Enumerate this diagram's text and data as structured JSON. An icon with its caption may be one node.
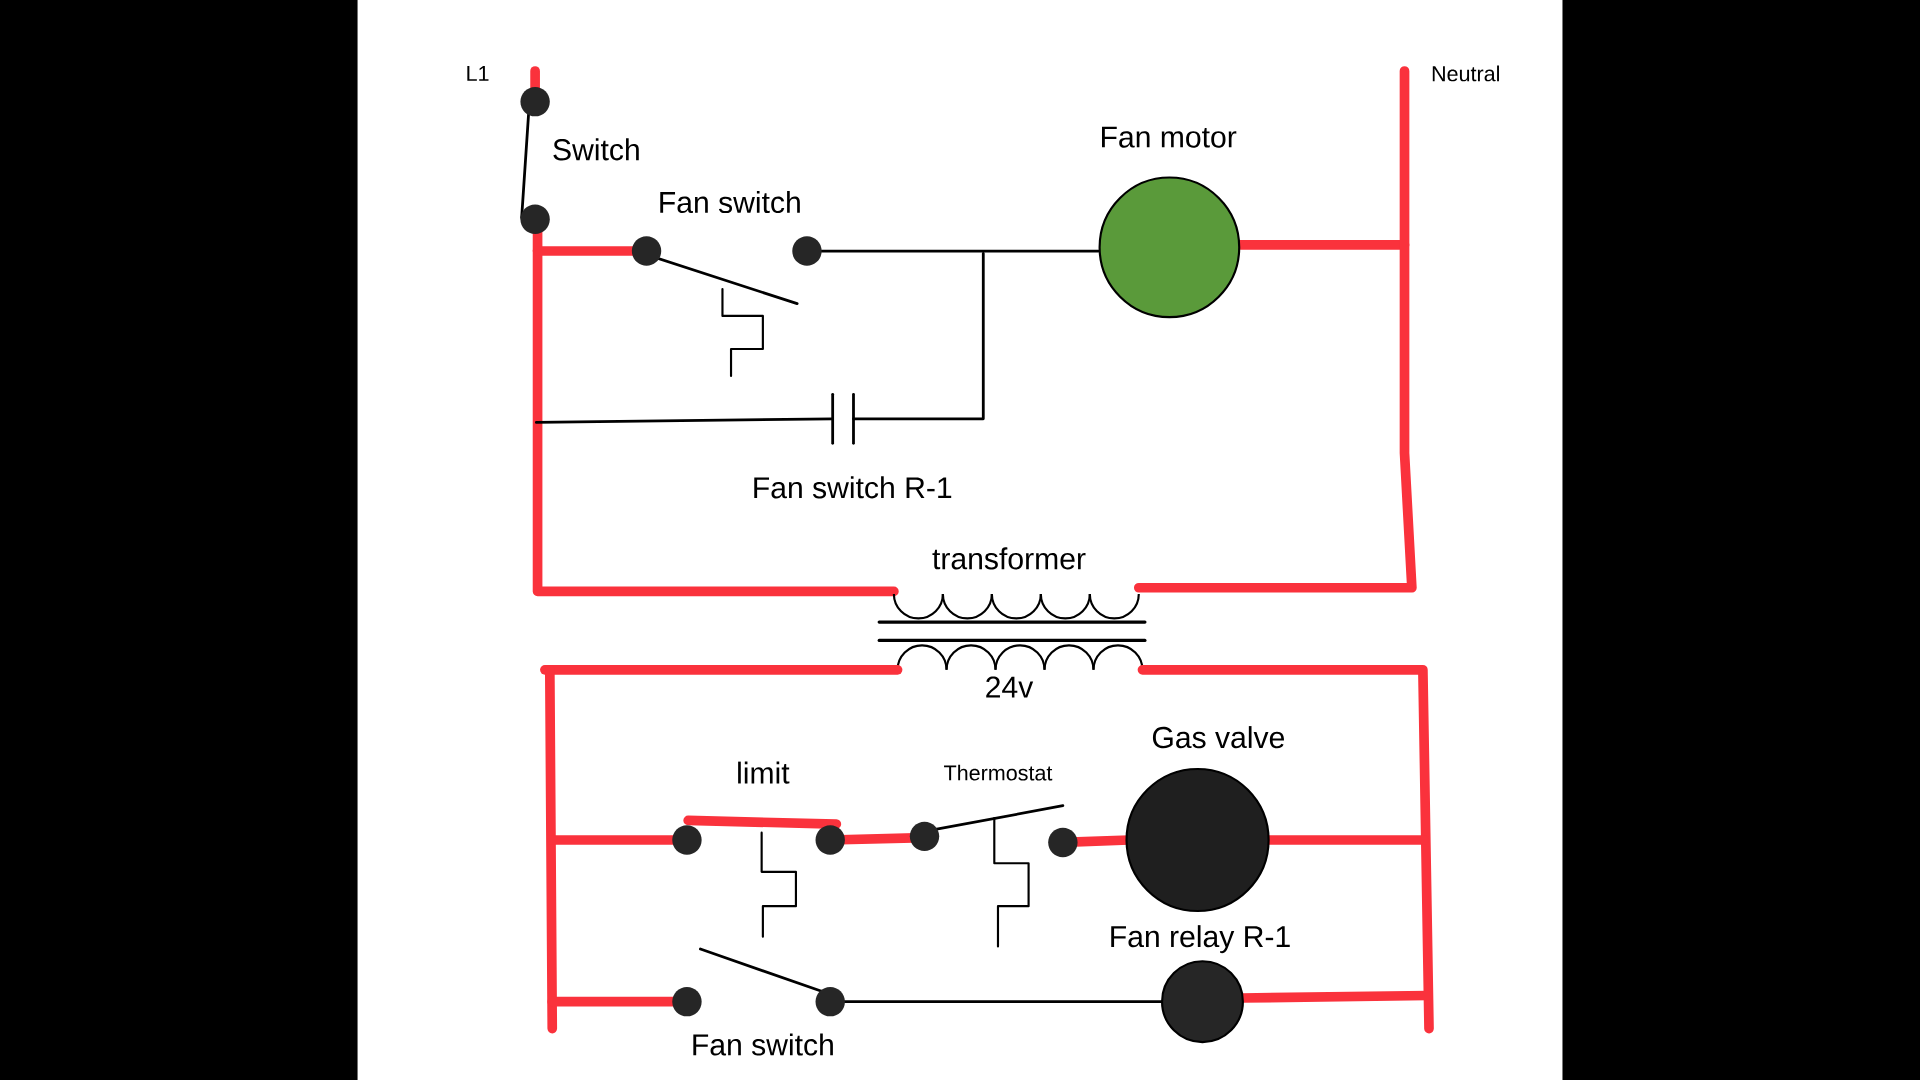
{
  "diagram": {
    "nodes": [
      {
        "text": [
          "Fan motor"
        ]
      },
      {
        "text": [
          "Gas valve"
        ]
      },
      {
        "text": [
          "Fan relay R-1"
        ]
      }
    ],
    "labels": [
      "L1",
      "Neutral",
      "Switch",
      "Fan switch",
      "Fan switch R-1",
      "transformer",
      "24v",
      "limit",
      "Thermostat",
      "Fan switch"
    ]
  }
}
